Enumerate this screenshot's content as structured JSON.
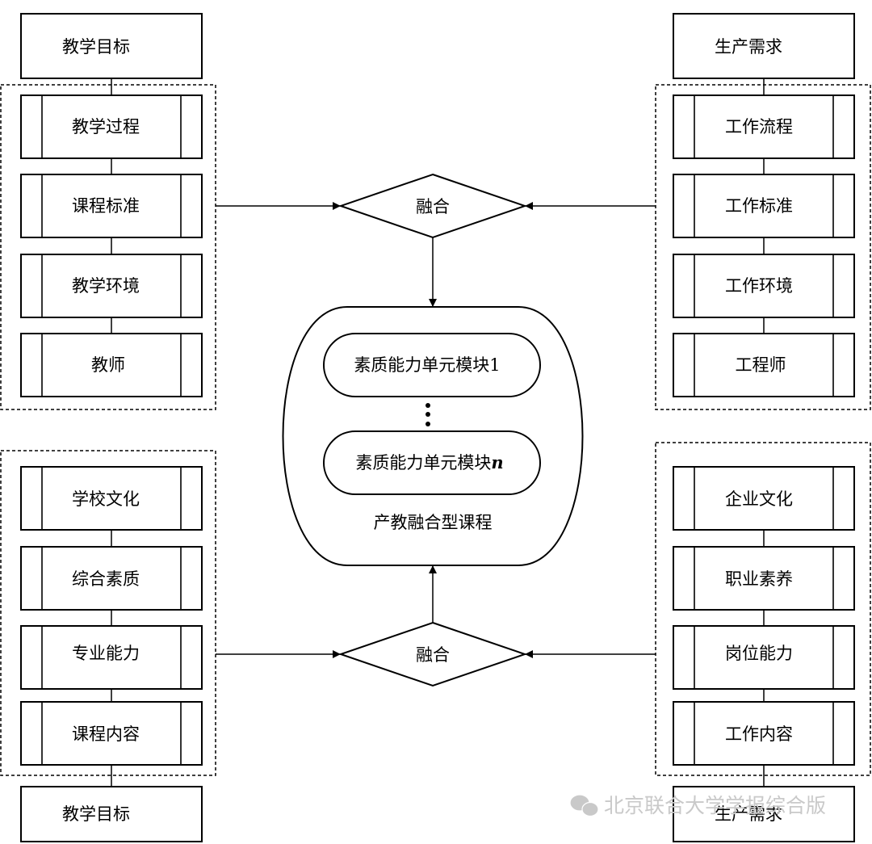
{
  "left_top": {
    "header": "教学目标",
    "items": [
      "教学过程",
      "课程标准",
      "教学环境",
      "教师"
    ]
  },
  "right_top": {
    "header": "生产需求",
    "items": [
      "工作流程",
      "工作标准",
      "工作环境",
      "工程师"
    ]
  },
  "left_bottom": {
    "items": [
      "学校文化",
      "综合素质",
      "专业能力",
      "课程内容"
    ],
    "footer": "教学目标"
  },
  "right_bottom": {
    "items": [
      "企业文化",
      "职业素养",
      "岗位能力",
      "工作内容"
    ],
    "footer": "生产需求"
  },
  "fusion_top": "融合",
  "fusion_bottom": "融合",
  "center": {
    "module_first": "素质能力单元模块1",
    "module_last_prefix": "素质能力单元模块",
    "module_last_suffix": "n",
    "caption": "产教融合型课程"
  },
  "watermark": {
    "icon": "wechat-icon",
    "text": "北京联合大学学报综合版"
  }
}
